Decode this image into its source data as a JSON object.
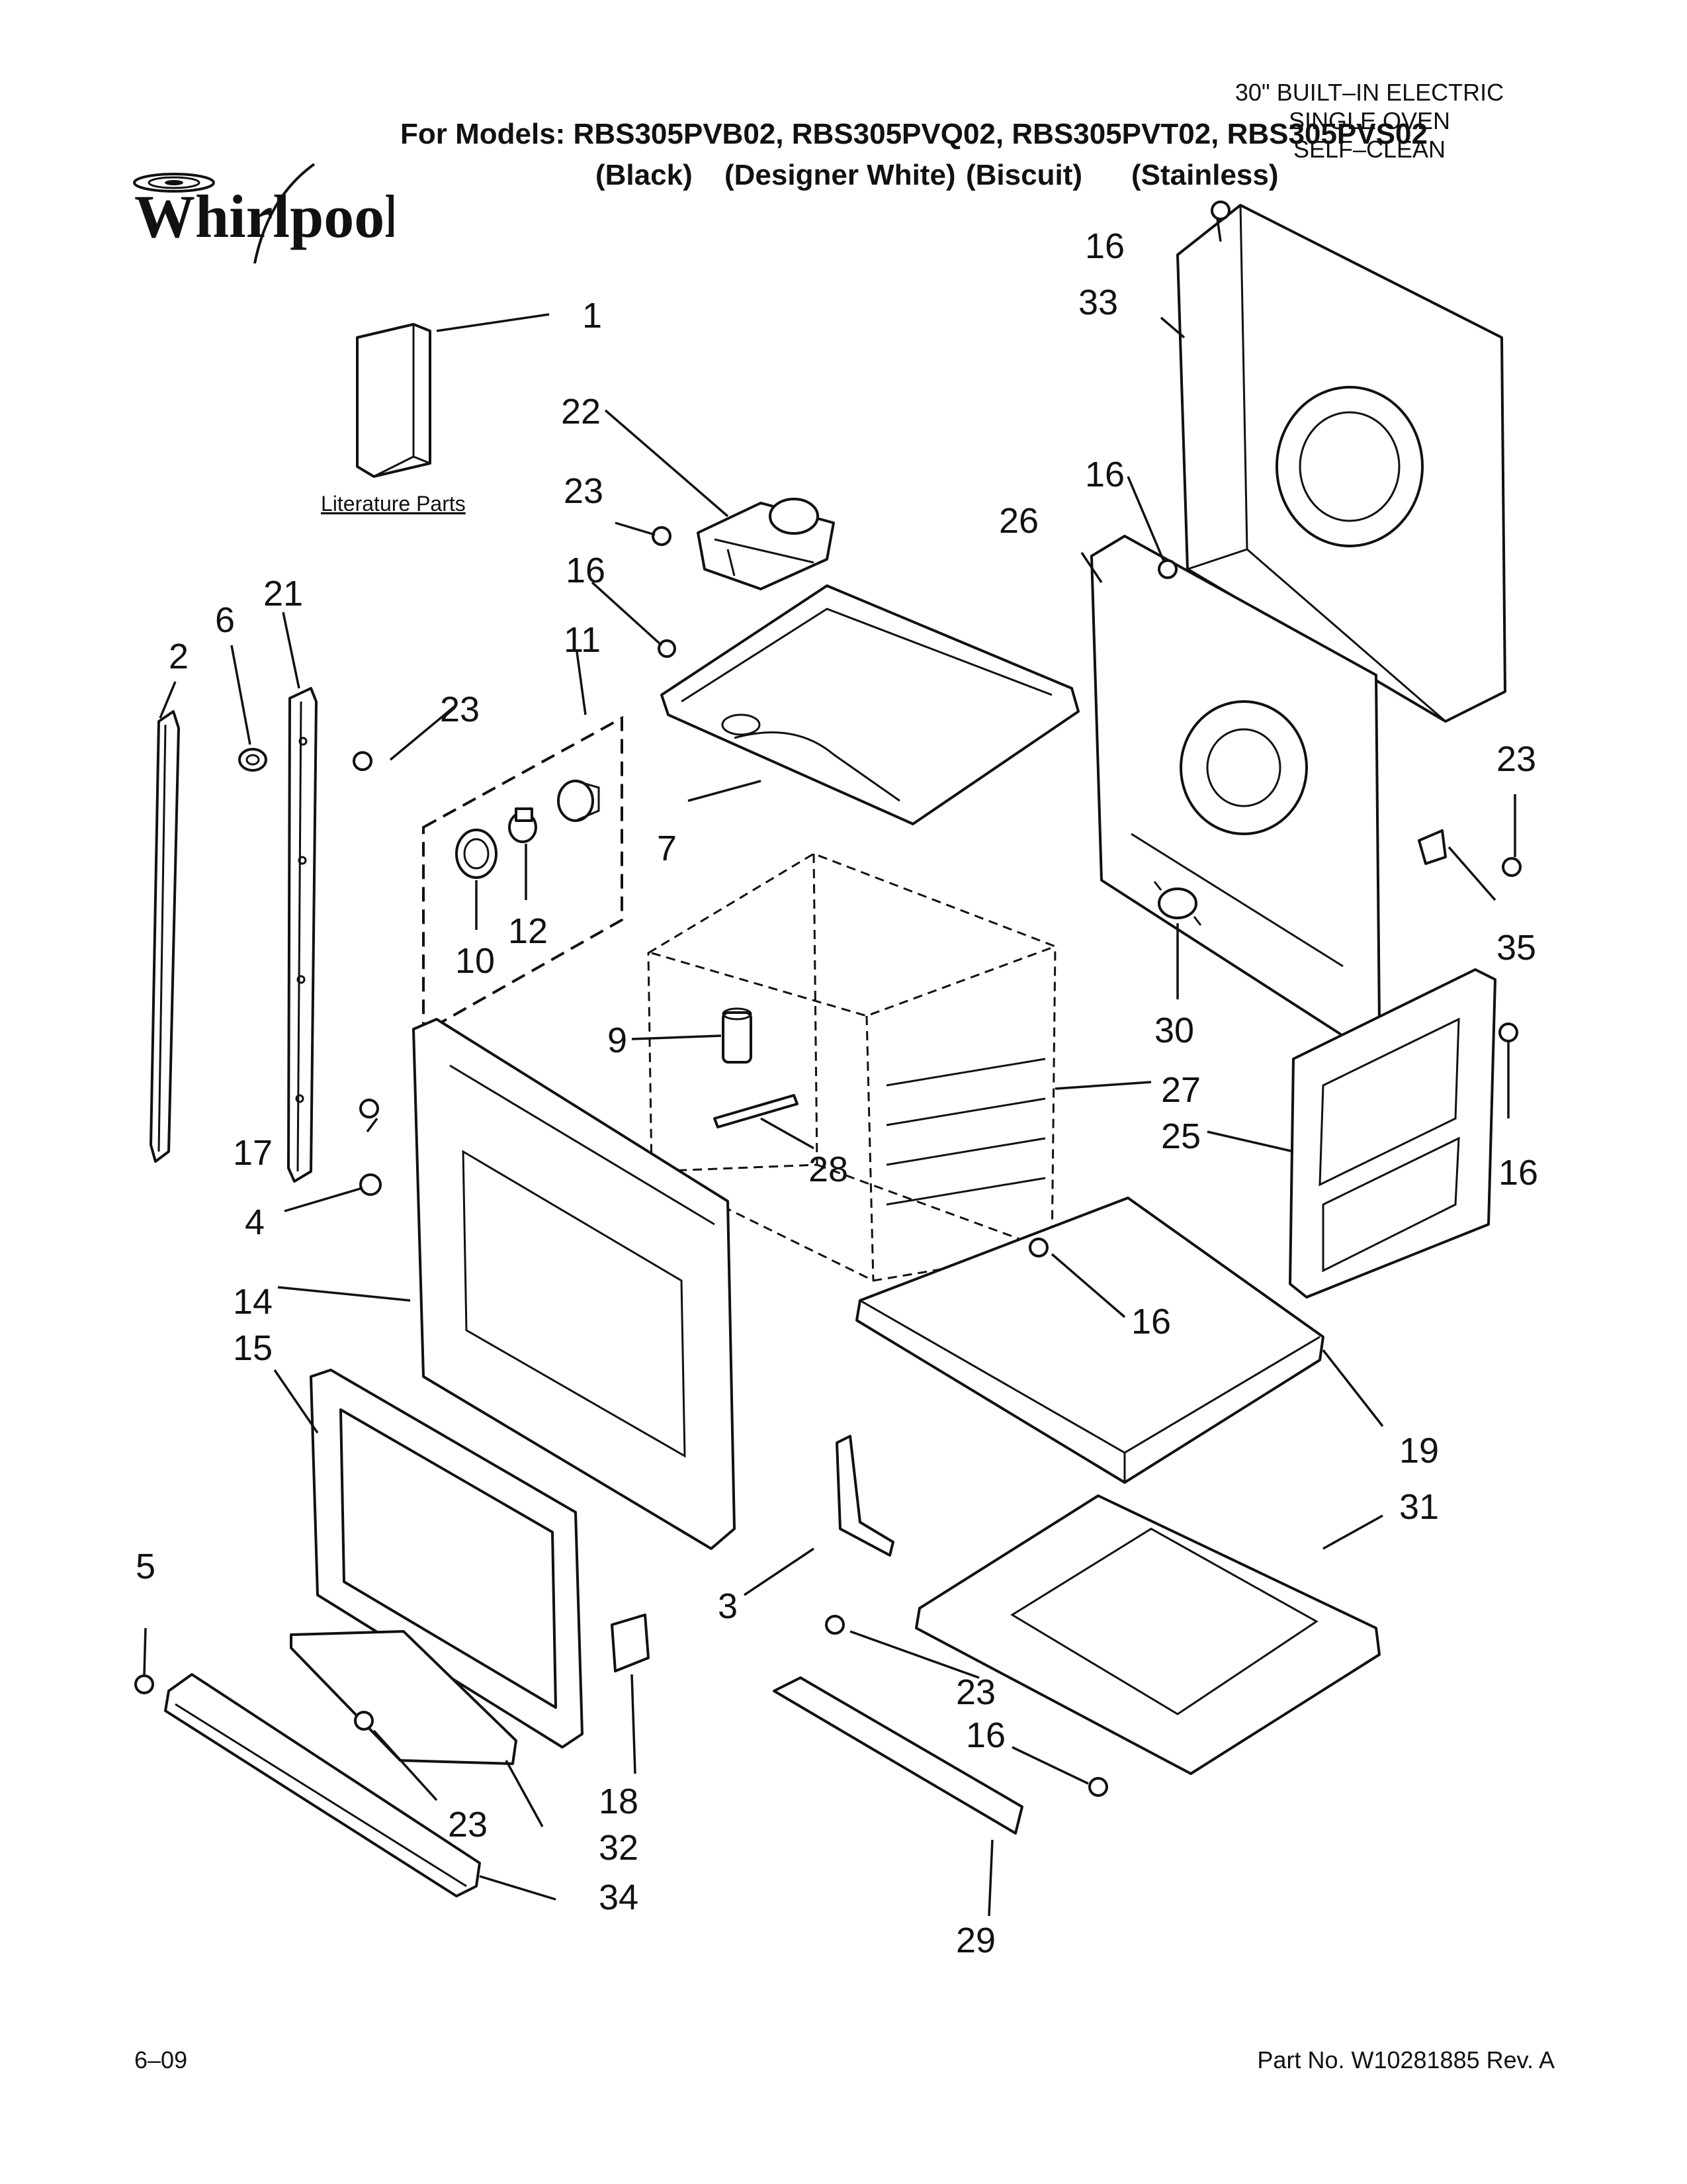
{
  "header": {
    "models_line": "For Models: RBS305PVB02, RBS305PVQ02, RBS305PVT02, RBS305PVS02",
    "colors": [
      "(Black)",
      "(Designer White)",
      "(Biscuit)",
      "(Stainless)"
    ],
    "product_type": [
      "30\" BUILT–IN ELECTRIC",
      "SINGLE OVEN",
      "SELF–CLEAN"
    ]
  },
  "brand": {
    "logo_text": "Whirlpool"
  },
  "diagram": {
    "literature_label": "Literature Parts",
    "callouts": {
      "c1": "1",
      "c2": "2",
      "c3": "3",
      "c4": "4",
      "c5": "5",
      "c6": "6",
      "c7": "7",
      "c9": "9",
      "c10": "10",
      "c11": "11",
      "c12": "12",
      "c14": "14",
      "c15": "15",
      "c16a": "16",
      "c16b": "16",
      "c16c": "16",
      "c16d": "16",
      "c16e": "16",
      "c16f": "16",
      "c17": "17",
      "c18": "18",
      "c19": "19",
      "c21": "21",
      "c22": "22",
      "c23a": "23",
      "c23b": "23",
      "c23c": "23",
      "c23d": "23",
      "c23e": "23",
      "c25": "25",
      "c26": "26",
      "c27": "27",
      "c28": "28",
      "c29": "29",
      "c30": "30",
      "c31": "31",
      "c32": "32",
      "c33": "33",
      "c34": "34",
      "c35": "35"
    }
  },
  "footer": {
    "date": "6–09",
    "part_number": "Part No. W10281885 Rev. A"
  }
}
